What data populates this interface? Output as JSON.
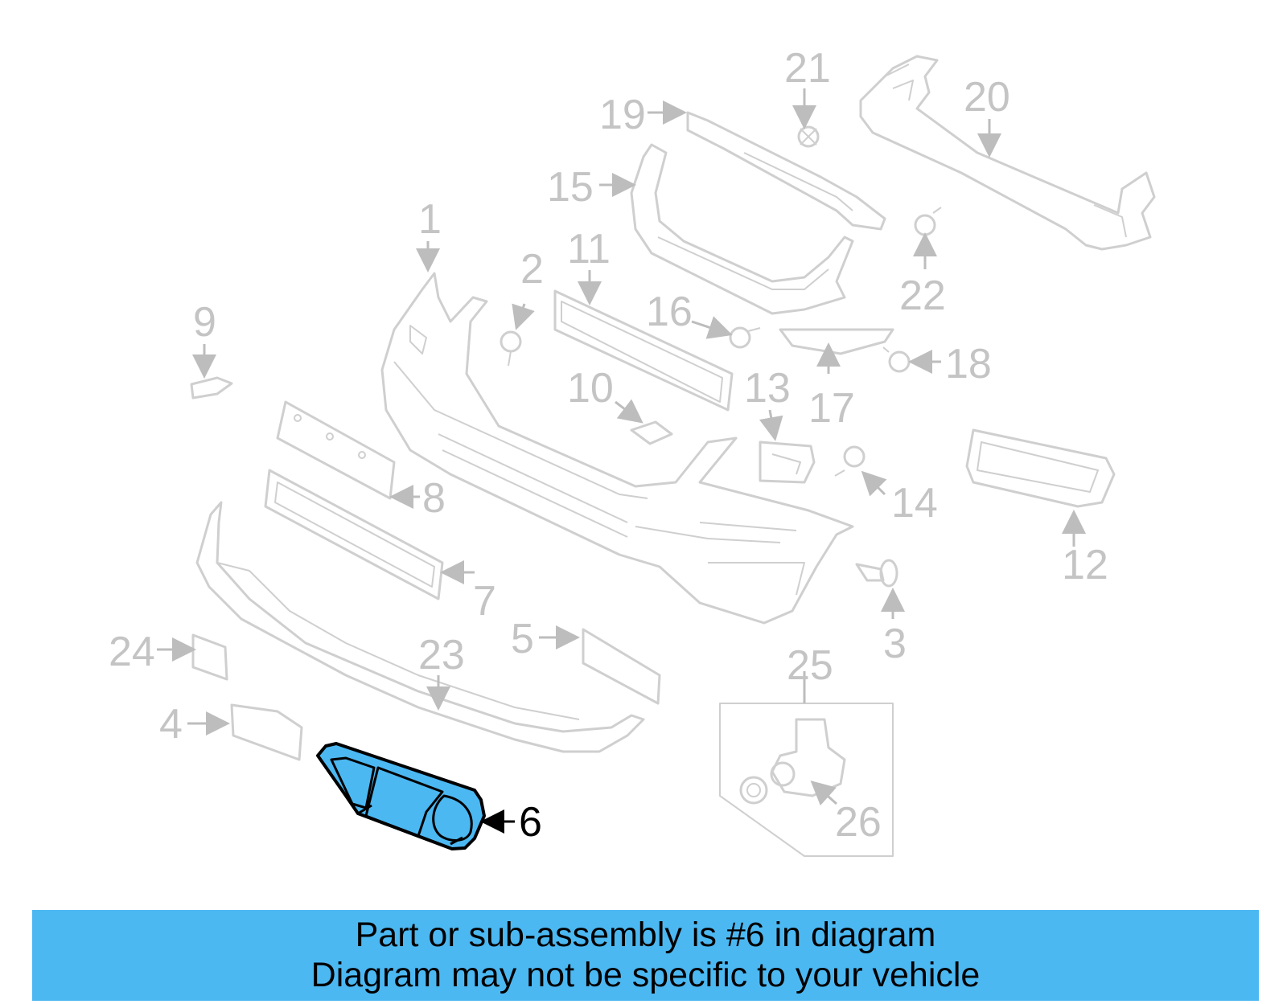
{
  "diagram": {
    "highlight_color": "#4cb8f2",
    "part_line_color": "#cfcfcf",
    "callouts": [
      "1",
      "2",
      "3",
      "4",
      "5",
      "6",
      "7",
      "8",
      "9",
      "10",
      "11",
      "12",
      "13",
      "14",
      "15",
      "16",
      "17",
      "18",
      "19",
      "20",
      "21",
      "22",
      "23",
      "24",
      "25",
      "26"
    ],
    "highlighted_part": "6"
  },
  "banner": {
    "line1": "Part or sub-assembly is #6 in diagram",
    "line2": "Diagram may not be specific to your vehicle"
  }
}
